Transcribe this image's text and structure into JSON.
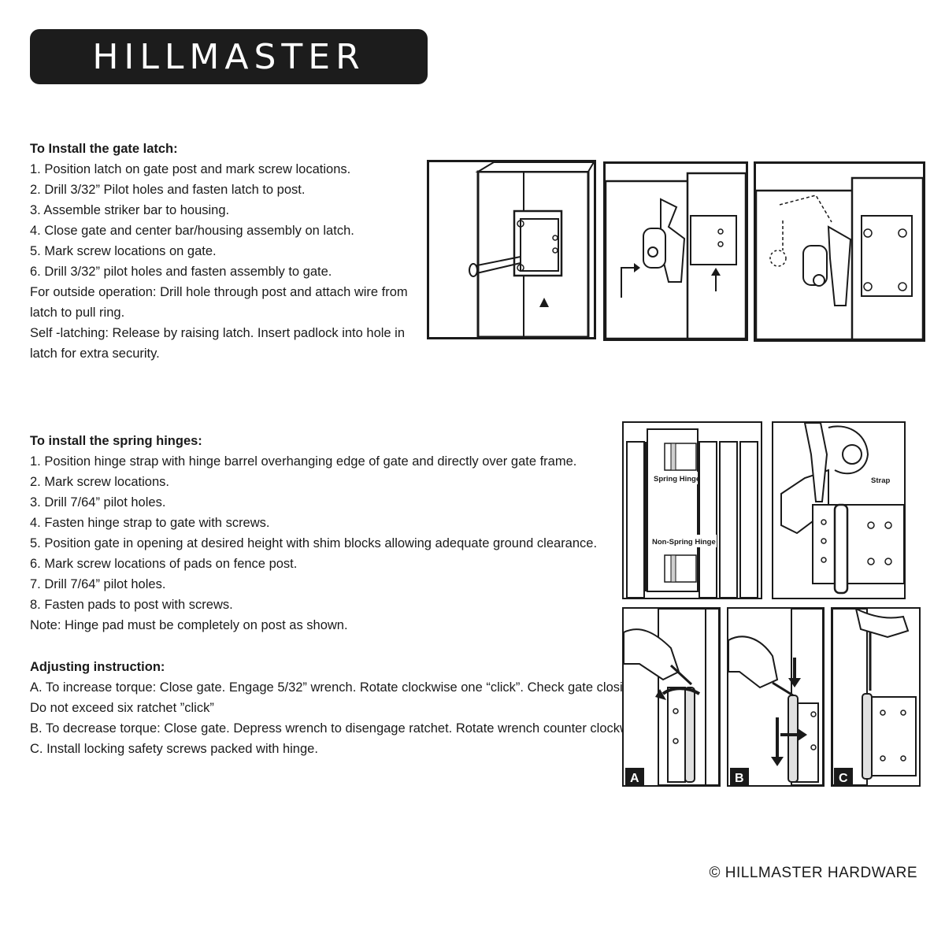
{
  "brand": {
    "logo_text": "HILLMASTER"
  },
  "latch_section": {
    "title": "To Install the gate latch:",
    "lines": [
      "1. Position latch on gate post and mark screw locations.",
      "2. Drill 3/32” Pilot holes and fasten latch to post.",
      "3. Assemble striker bar to housing.",
      "4. Close gate and center bar/housing assembly on latch.",
      "5. Mark screw locations on gate.",
      "6. Drill 3/32” pilot holes and fasten assembly to gate.",
      "For outside operation: Drill hole through post and attach wire from latch to pull ring.",
      "Self -latching: Release by raising latch. Insert padlock into hole in latch for extra security."
    ]
  },
  "hinge_section": {
    "title": "To install the spring hinges:",
    "lines": [
      "1. Position hinge strap with hinge barrel overhanging edge of gate and directly over gate frame.",
      "2. Mark screw locations.",
      "3. Drill 7/64” pilot holes.",
      "4. Fasten hinge strap to gate with screws.",
      "5. Position gate in opening at desired height with shim blocks allowing adequate ground clearance.",
      "6. Mark screw locations of pads on fence post.",
      "7. Drill 7/64” pilot holes.",
      "8. Fasten pads to post with screws.",
      "Note: Hinge pad must be completely on post as shown."
    ]
  },
  "adjust_section": {
    "title": "Adjusting instruction:",
    "lines": [
      "A. To increase torque: Close gate. Engage 5/32” wrench. Rotate clockwise one “click”. Check gate closing.",
      "Do not exceed six ratchet ”click”",
      "B. To decrease torque: Close gate. Depress wrench to disengage ratchet. Rotate wrench counter clockwise.",
      "C. Install locking safety screws packed with hinge."
    ]
  },
  "figures": {
    "spring_hinge_label": "Spring Hinge",
    "non_spring_hinge_label": "Non-Spring Hinge",
    "strap_label": "Strap",
    "step_a": "A",
    "step_b": "B",
    "step_c": "C"
  },
  "footer": {
    "copyright": "© HILLMASTER HARDWARE"
  }
}
